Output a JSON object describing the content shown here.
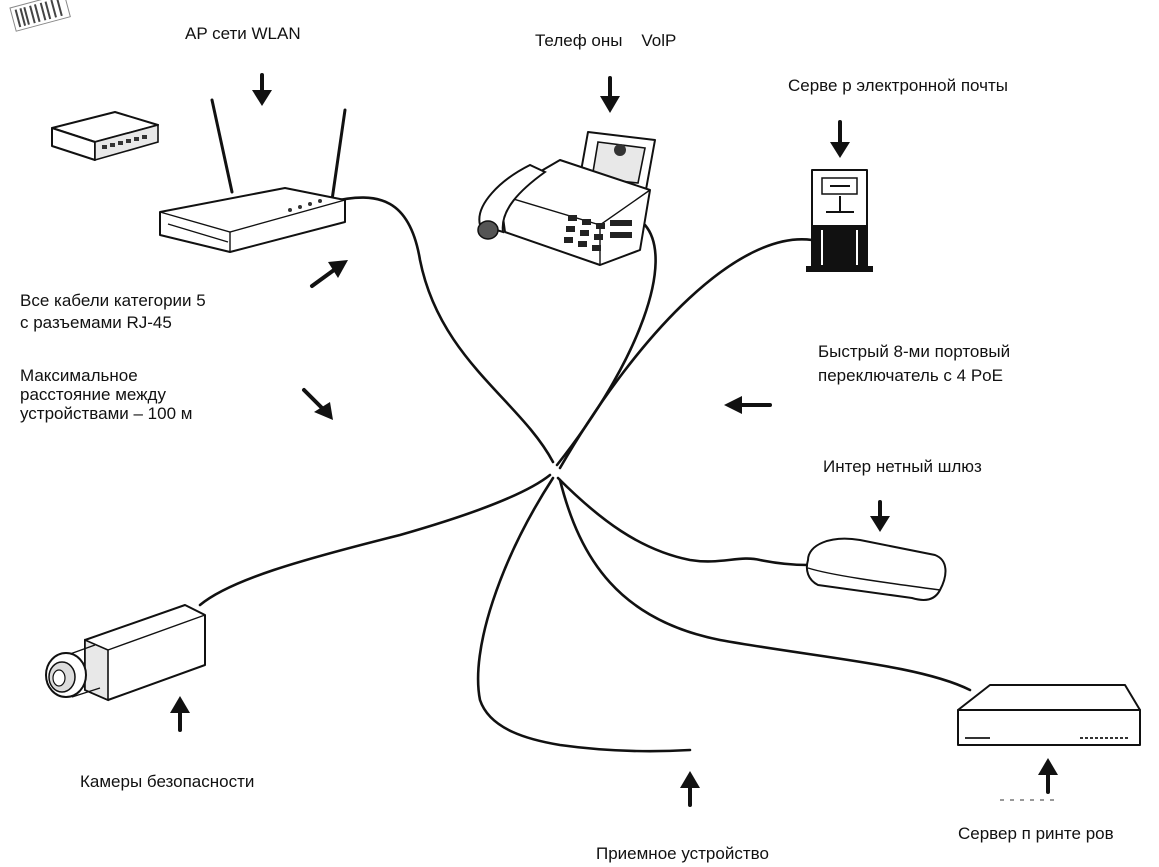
{
  "labels": {
    "wlan_ap": "AP сети WLAN",
    "voip_phones": "Телеф оны    VolP",
    "mail_server": "Серве р электронной почты",
    "cables": "Все кабели категории 5\nс разъемами RJ-45",
    "max_distance": "Максимальное\nрасстояние между\nустройствами – 100 м",
    "switch": "Быстрый 8-ми портовый\nпереключатель с 4 PoE",
    "gateway": "Интер нетный шлюз",
    "cameras": "Камеры безопасности",
    "receiver": "Приемное устройство",
    "print_server": "Сервер п ринте ров"
  },
  "icons": {
    "wlan_ap": "wireless-router-icon",
    "voip_phones": "voip-phone-icon",
    "mail_server": "tower-server-icon",
    "gateway": "internet-gateway-icon",
    "cameras": "security-camera-icon",
    "print_server": "print-server-icon",
    "switch_small": "network-switch-icon",
    "barcode": "barcode-icon"
  },
  "colors": {
    "ink": "#111111",
    "background": "#ffffff"
  }
}
